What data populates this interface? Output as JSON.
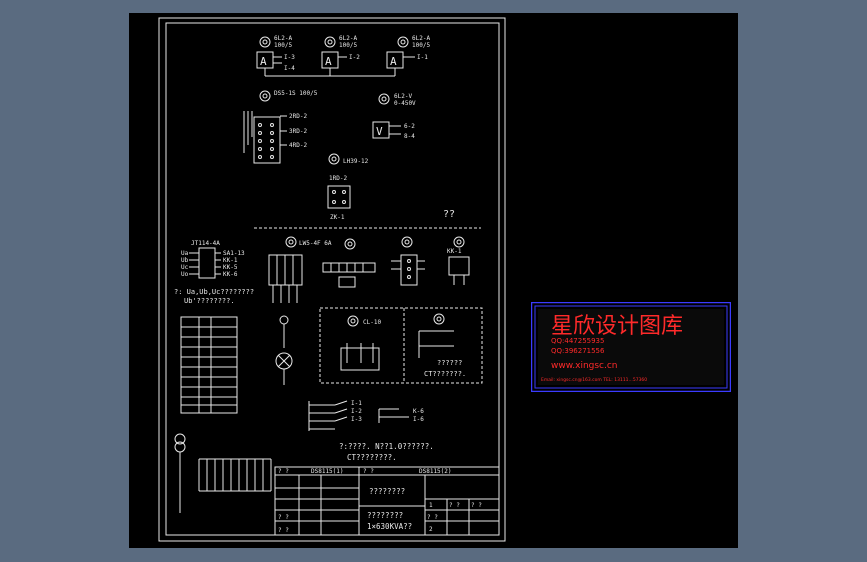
{
  "watermark": {
    "title": "星欣设计图库",
    "line1": "QQ:447255935",
    "line2": "QQ:396271556",
    "url": "www.xingsc.cn",
    "footer": "Email: xingsc.cn@163.com   TEL: 13111...57360"
  },
  "meters": {
    "ammeters": [
      {
        "symbol": "A",
        "label1": "6L2-A",
        "label2": "100/5",
        "terminal_a": "I-3",
        "terminal_b": "I-4"
      },
      {
        "symbol": "A",
        "label1": "6L2-A",
        "label2": "100/5",
        "terminal_a": "I-2",
        "terminal_b": ""
      },
      {
        "symbol": "A",
        "label1": "6L2-A",
        "label2": "100/5",
        "terminal_a": "I-1",
        "terminal_b": ""
      }
    ],
    "energy_meter_label": "DS5-1S 100/5",
    "energy_terminals": [
      "2RD-2",
      "3RD-2",
      "4RD-2"
    ],
    "voltmeter": {
      "symbol": "V",
      "label1": "6L2-V",
      "label2": "0-450V",
      "terminal_a": "6-2",
      "terminal_b": "8-4"
    },
    "fuse_label": "LH39-12",
    "fuse_sub": "1RD-2",
    "switch_label": "ZK-1"
  },
  "unknown_mark": "??",
  "relay": {
    "title": "JT114-4A",
    "rows": [
      {
        "left": "Ua",
        "right": "SA1-13"
      },
      {
        "left": "Ub",
        "right": "KK-1"
      },
      {
        "left": "Uc",
        "right": "KK-5"
      },
      {
        "left": "Uo",
        "right": "KK-6"
      }
    ],
    "note1": "?: Ua,Ub,Uc????????",
    "note2": "Ub'????????."
  },
  "mid_labels": {
    "lw": "LW5-4F 6A",
    "bottom_right_symbol": "KK-1"
  },
  "ct_box": {
    "label": "CL-10",
    "note1": "??????",
    "note2": "CT???????."
  },
  "bottom_notes": {
    "n1": "?:????. N??1.0??????.",
    "n2": "CT????????."
  },
  "small_labels": {
    "z": "I-6",
    "x1": "I-1",
    "x2": "I-2",
    "x3": "I-3",
    "k6": "K-6"
  },
  "title_block": {
    "hdr_q1": "? ?",
    "hdr_code1": "DS8115(1)",
    "hdr_q2": "? ?",
    "hdr_code2": "DS8115(2)",
    "name": "????????",
    "spec1": "????????",
    "spec2": "1×630KVA??",
    "row_q": "? ?",
    "small_a": "? ?",
    "small_b": "? ?",
    "small_c": "? ?",
    "small_d": "? ?",
    "page": "1",
    "sub": "2"
  }
}
